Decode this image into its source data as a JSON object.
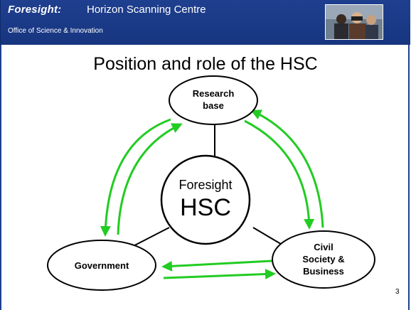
{
  "header": {
    "brand": "Foresight:",
    "centre_name": "Horizon Scanning Centre",
    "office": "Office of Science & Innovation"
  },
  "slide": {
    "title": "Position and role of the HSC",
    "page_number": "3"
  },
  "diagram": {
    "center": {
      "line1": "Foresight",
      "line2": "HSC"
    },
    "nodes": {
      "research": {
        "line1": "Research",
        "line2": "base"
      },
      "government": {
        "line1": "Government"
      },
      "civil": {
        "line1": "Civil",
        "line2": "Society &",
        "line3": "Business"
      }
    },
    "colors": {
      "arrow": "#22cc22",
      "outline": "#000000",
      "header": "#1f3f8f"
    }
  }
}
